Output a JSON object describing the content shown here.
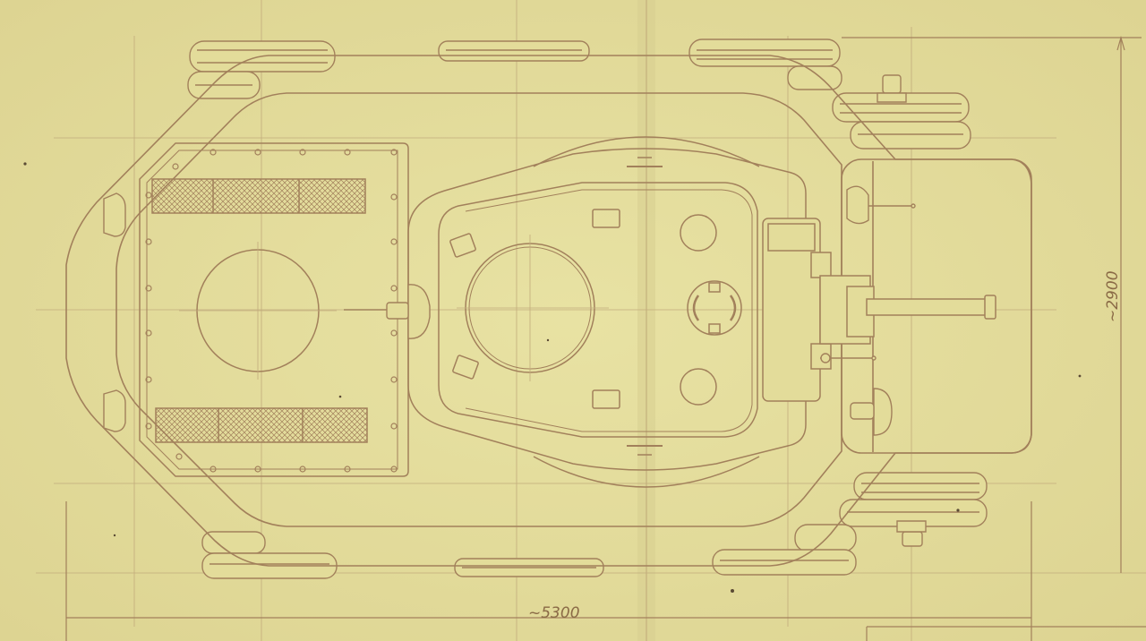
{
  "drawing": {
    "dimension_width": "~5300",
    "dimension_height": "~2900"
  },
  "colors": {
    "paper": "#e6df9c",
    "line": "#a2805b",
    "faint_line": "#c2ab7c",
    "fold": "#cfc58a"
  },
  "icons": [
    "periscope",
    "lamp",
    "wheel",
    "vision-block",
    "gun-barrel",
    "hatch",
    "grille"
  ]
}
